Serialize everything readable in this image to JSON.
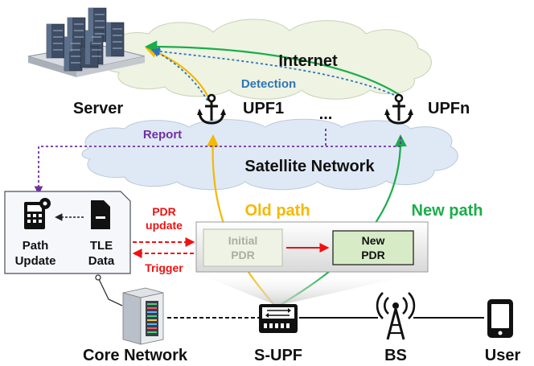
{
  "labels": {
    "internet": "Internet",
    "detection": "Detection",
    "server": "Server",
    "upf1": "UPF1",
    "upf_ellipsis": "...",
    "upfn": "UPFn",
    "report": "Report",
    "satellite_network": "Satellite Network",
    "pdr_update_line1": "PDR",
    "pdr_update_line2": "update",
    "trigger": "Trigger",
    "old_path": "Old path",
    "new_path": "New path",
    "initial_pdr_line1": "Initial",
    "initial_pdr_line2": "PDR",
    "new_pdr_line1": "New",
    "new_pdr_line2": "PDR",
    "path_update_line1": "Path",
    "path_update_line2": "Update",
    "tle_data_line1": "TLE",
    "tle_data_line2": "Data",
    "core_network": "Core Network",
    "s_upf": "S-UPF",
    "bs": "BS",
    "user": "User"
  },
  "colors": {
    "old_path": "#f5b800",
    "new_path": "#1aad4a",
    "detection": "#2e75b6",
    "report": "#7030a0",
    "control": "#ee1111",
    "cloud_internet": "#eef3e2",
    "cloud_satellite": "#dfe9f5"
  },
  "icons": {
    "server": "server-rack-icon",
    "upf": "anchor-icon",
    "calculator": "calculator-gear-icon",
    "document": "document-icon",
    "core_network": "server-tower-icon",
    "switch": "network-switch-icon",
    "bs": "antenna-tower-icon",
    "user": "smartphone-icon"
  }
}
